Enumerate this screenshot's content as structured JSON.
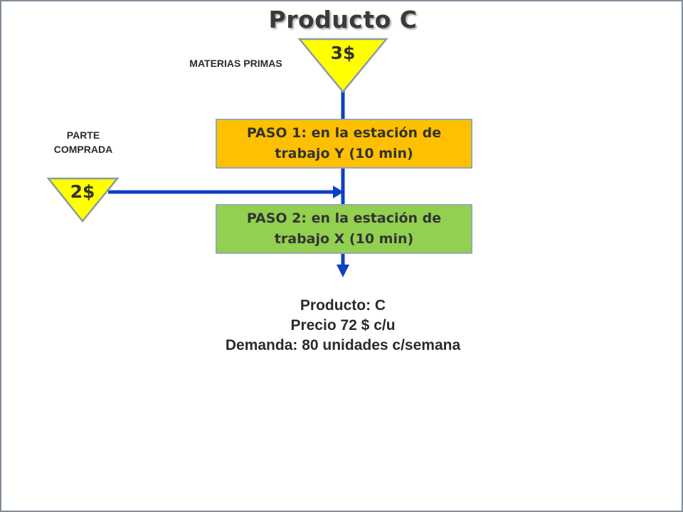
{
  "title": "Producto C",
  "raw_materials": {
    "label": "MATERIAS PRIMAS",
    "cost": "3$",
    "fill_color": "#ffff00"
  },
  "purchased_part": {
    "label_line1": "PARTE",
    "label_line2": "COMPRADA",
    "cost": "2$",
    "fill_color": "#ffff00"
  },
  "steps": [
    {
      "text": "PASO 1: en la estación de\ntrabajo Y (10 min)",
      "fill_color": "#ffc000"
    },
    {
      "text": "PASO 2: en la estación de\ntrabajo  X (10 min)",
      "fill_color": "#92d050"
    }
  ],
  "product_info": {
    "line1": "Producto: C",
    "line2": "Precio 72 $ c/u",
    "line3": "Demanda: 80 unidades c/semana"
  },
  "colors": {
    "flow_line": "#0e3fc4",
    "triangle_stroke": "#8c9aa6"
  }
}
